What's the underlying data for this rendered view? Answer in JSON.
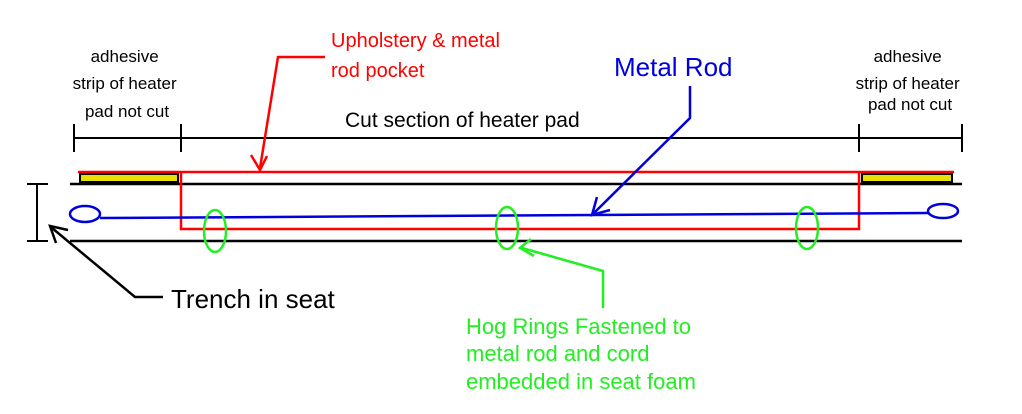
{
  "labels": {
    "adhesive_left": [
      "adhesive",
      "strip of heater",
      "pad not cut"
    ],
    "adhesive_right": [
      "adhesive",
      "strip of heater",
      "pad not cut"
    ],
    "upholstery": [
      "Upholstery & metal",
      "rod pocket"
    ],
    "metal_rod": "Metal Rod",
    "cut_section": "Cut section of heater pad",
    "trench": "Trench in seat",
    "hog_rings": [
      "Hog Rings Fastened to",
      "metal rod and cord",
      "embedded in seat foam"
    ]
  },
  "colors": {
    "upholstery": "#ff0000",
    "rod": "#0000dd",
    "hog_rings": "#22ee22",
    "adhesive_strip": "#e8e000",
    "line": "#000000"
  }
}
